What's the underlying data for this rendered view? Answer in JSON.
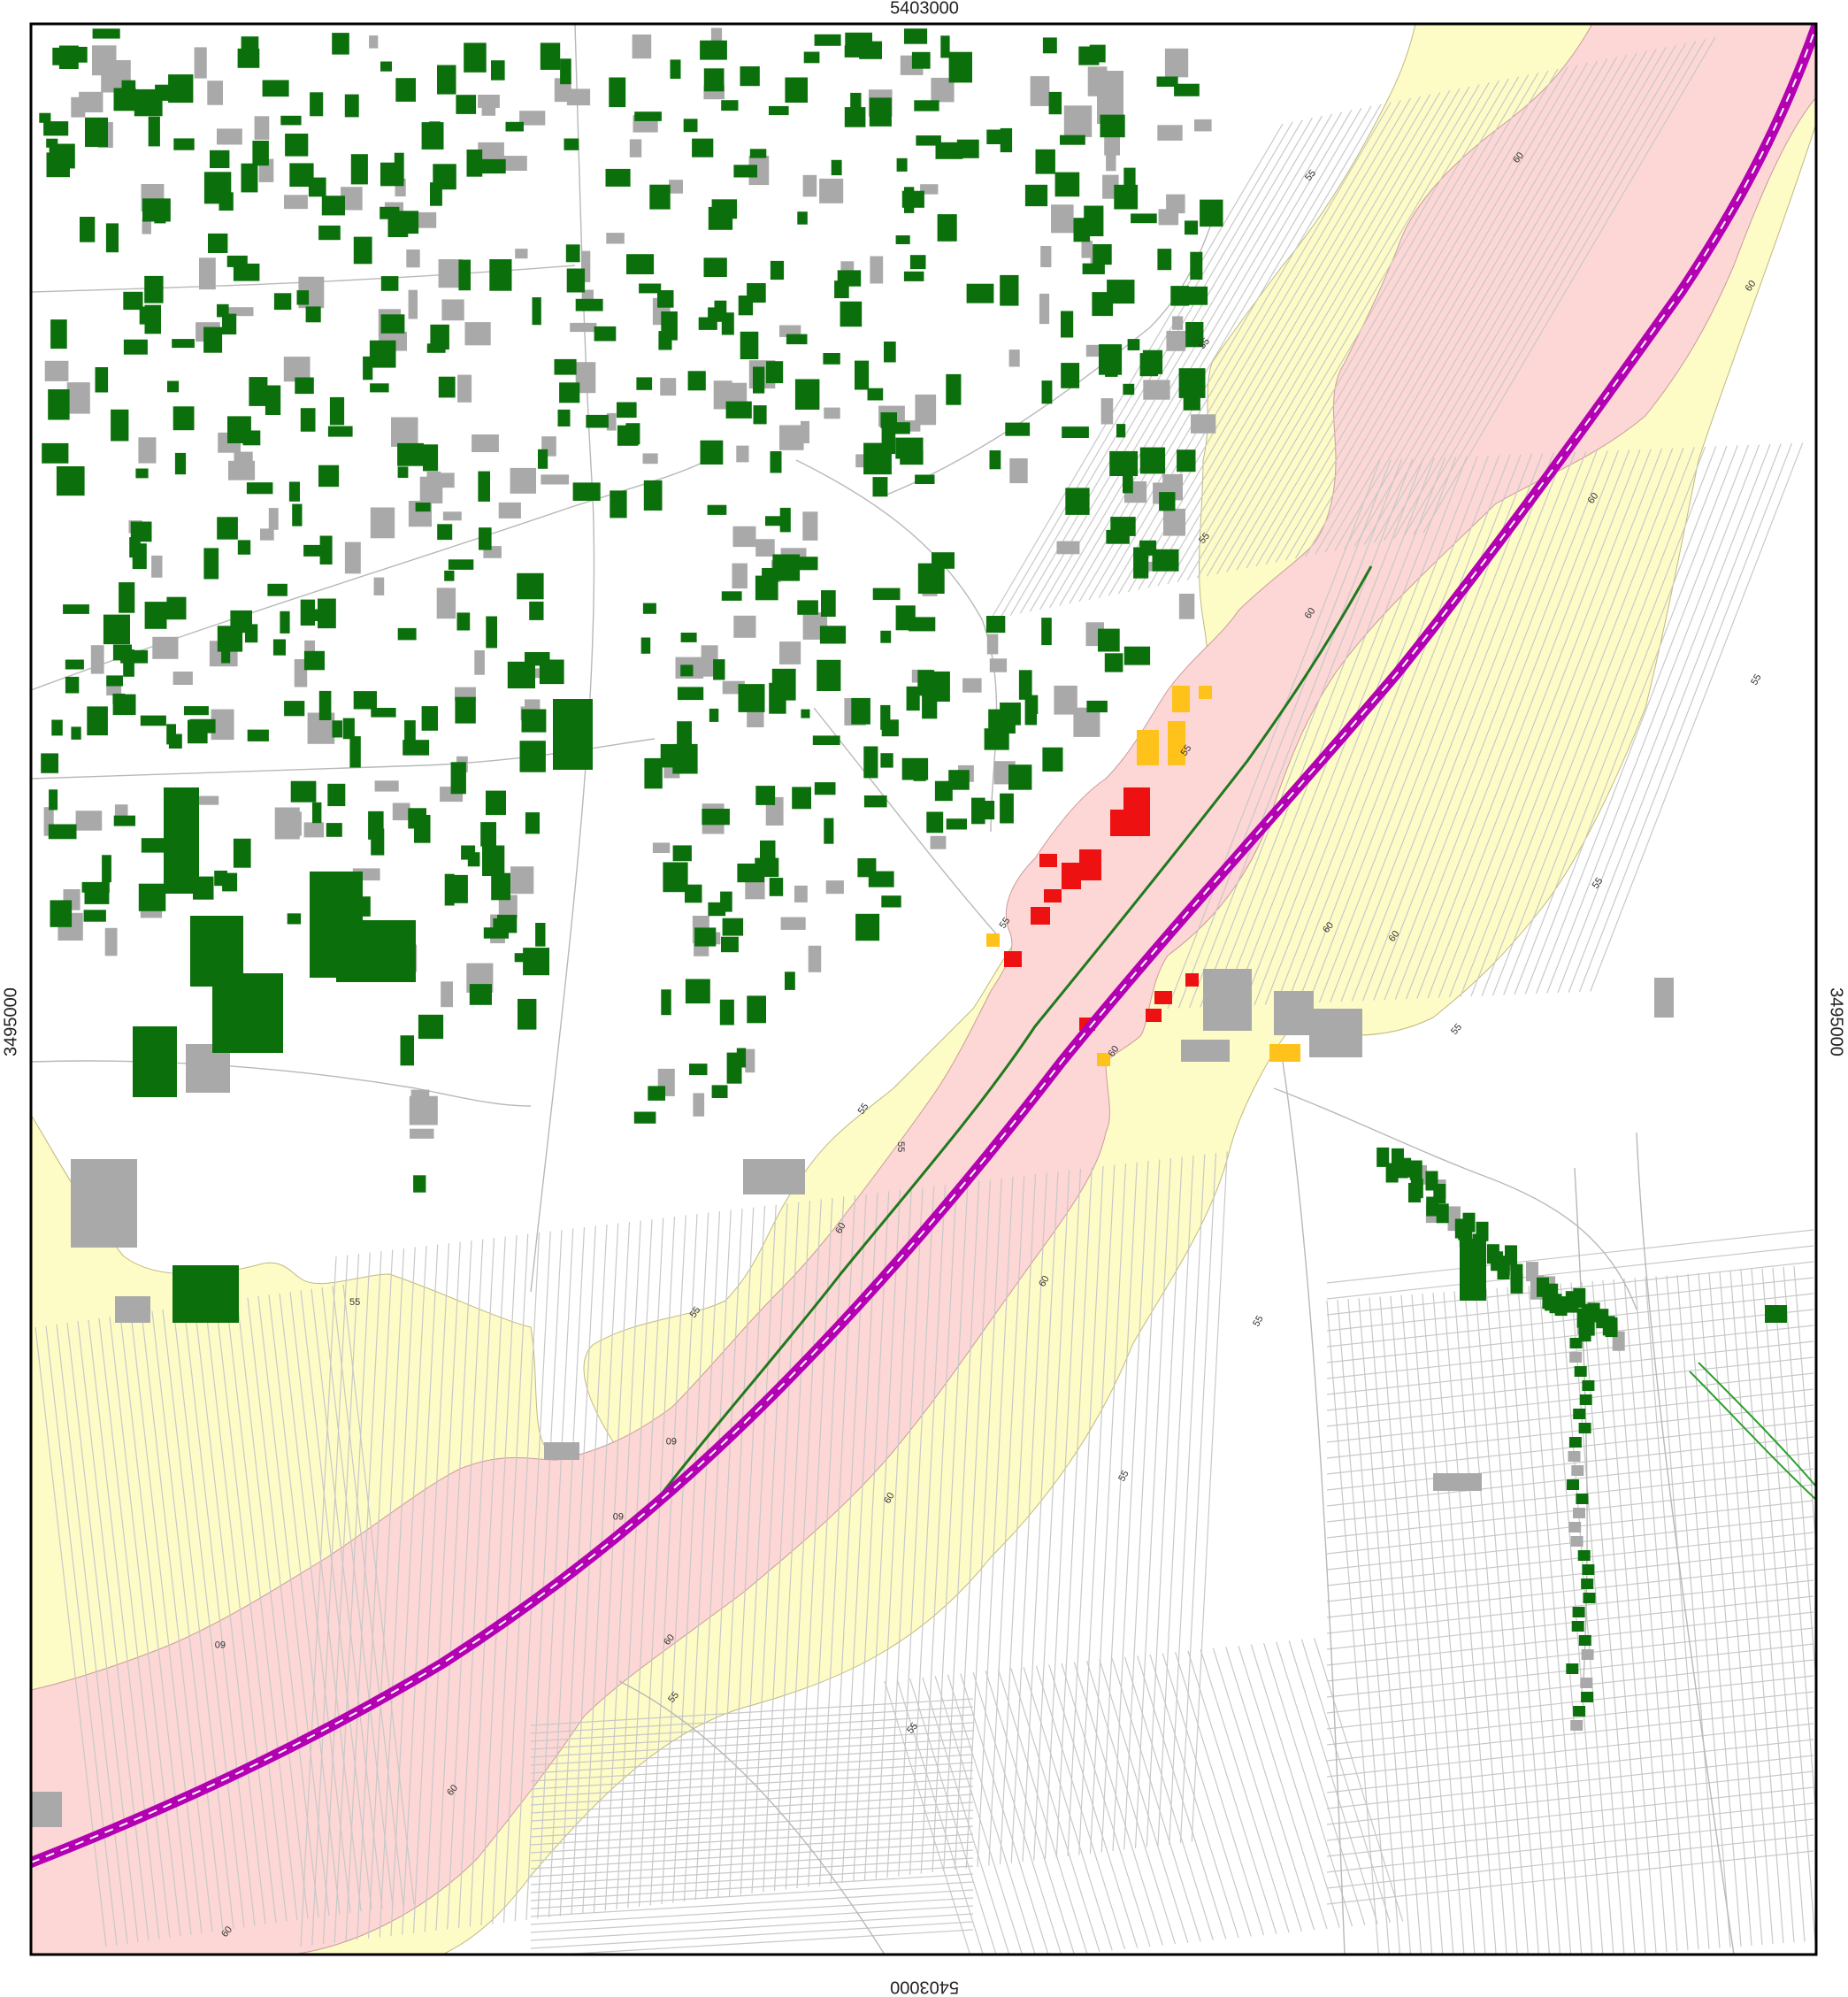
{
  "coordinates": {
    "top": "5403000",
    "bottom": "5403000",
    "left": "3495000",
    "right": "3495000"
  },
  "contour_levels": {
    "outer": "55",
    "inner": "60"
  },
  "colors": {
    "frame": "#000000",
    "background": "#ffffff",
    "zone_55": "#fefcc6",
    "zone_60": "#fcd7d5",
    "parcel_lines": "#c8c8c8",
    "building_green": "#0b700b",
    "building_grey": "#a9a9a9",
    "building_red": "#ee1111",
    "building_orange": "#ffc21a",
    "railway": "#b300b3",
    "noise_barrier": "#1f7a1f"
  },
  "legend_semantics": {
    "green": "building-green",
    "grey": "building-grey",
    "red": "building-red",
    "orange": "building-orange"
  }
}
